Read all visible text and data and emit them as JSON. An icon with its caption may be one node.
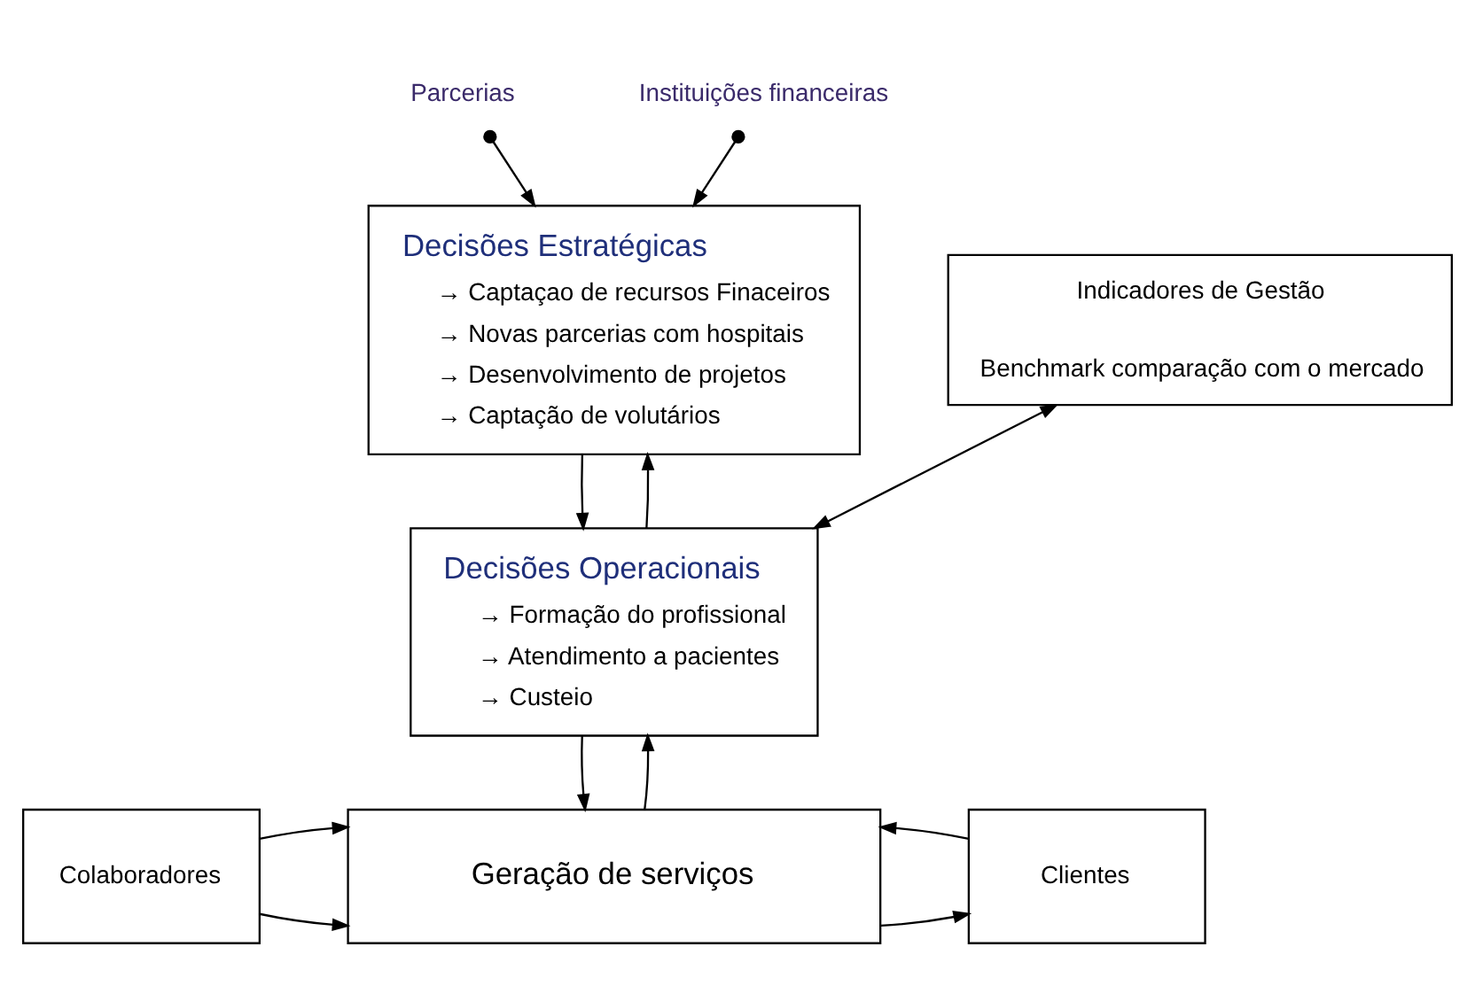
{
  "diagram": {
    "nodes": [
      {
        "text": [
          "Parcerias"
        ]
      },
      {
        "text": [
          "Instituições financeiras"
        ]
      },
      {
        "text": [
          "Decisões Estratégicas",
          "→ Captaçao de recursos Finaceiros",
          "→ Novas parcerias com hospitais",
          "→ Desenvolvimento de projetos",
          "→ Captação de volutários"
        ]
      },
      {
        "text": [
          "Indicadores de Gestão",
          "Benchmark comparação com o mercado"
        ]
      },
      {
        "text": [
          "Decisões Operacionais",
          "→ Formação do profissional",
          "→ Atendimento a pacientes",
          "→ Custeio"
        ]
      },
      {
        "text": [
          "Colaboradores"
        ]
      },
      {
        "text": [
          "Geração de serviços"
        ]
      },
      {
        "text": [
          "Clientes"
        ]
      }
    ],
    "edges": [
      {
        "from": 0,
        "to": 2,
        "arrow": "to"
      },
      {
        "from": 1,
        "to": 2,
        "arrow": "to"
      },
      {
        "from": 2,
        "to": 4,
        "arrow": "to"
      },
      {
        "from": 4,
        "to": 2,
        "arrow": "to"
      },
      {
        "from": 3,
        "to": 4,
        "arrow": "both"
      },
      {
        "from": 4,
        "to": 6,
        "arrow": "to"
      },
      {
        "from": 6,
        "to": 4,
        "arrow": "to"
      },
      {
        "from": 5,
        "to": 6,
        "arrow": "to"
      },
      {
        "from": 5,
        "to": 6,
        "arrow": "to"
      },
      {
        "from": 6,
        "to": 7,
        "arrow": "to"
      },
      {
        "from": 7,
        "to": 6,
        "arrow": "to"
      }
    ]
  }
}
